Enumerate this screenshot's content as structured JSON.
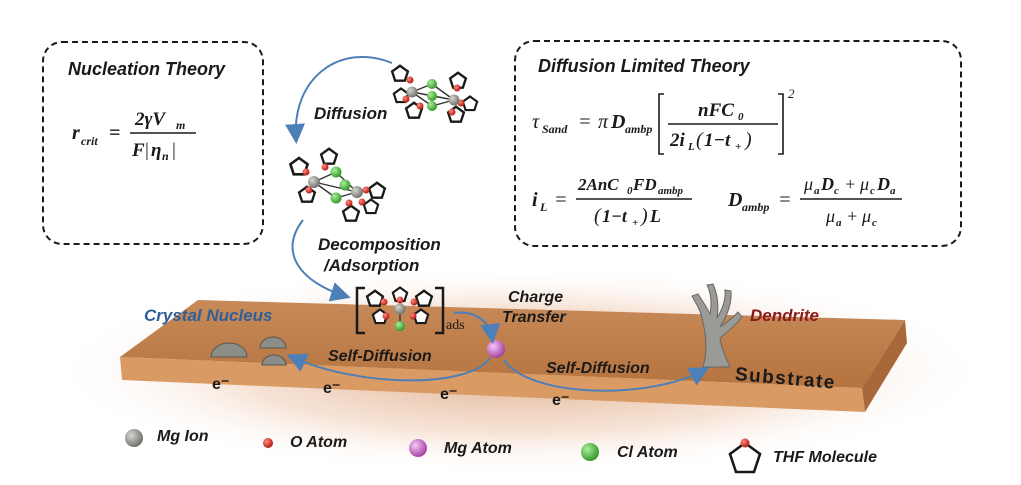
{
  "nucleation": {
    "title": "Nucleation Theory",
    "formula": "r_crit = 2γV_m / (F|η_n|)"
  },
  "diffusion_theory": {
    "title": "Diffusion Limited Theory",
    "sand_formula": "τ_Sand = πD_ambp [nFC_0 / (2i_L(1−t_+))]^2",
    "il_formula": "i_L = 2AnC_0FD_ambp / ((1−t_+)L)",
    "dambp_formula": "D_ambp = (μ_a D_c + μ_c D_a) / (μ_a + μ_c)"
  },
  "process": {
    "diffusion": "Diffusion",
    "decomposition_line1": "Decomposition",
    "decomposition_line2": "/Adsorption",
    "ads_subscript": "ads",
    "charge_transfer_line1": "Charge",
    "charge_transfer_line2": "Transfer",
    "crystal_nucleus": "Crystal Nucleus",
    "dendrite": "Dendrite",
    "self_diffusion_left": "Self-Diffusion",
    "self_diffusion_right": "Self-Diffusion",
    "substrate": "Substrate",
    "electron": "e⁻"
  },
  "legend": [
    {
      "name": "mg-ion",
      "label": "Mg Ion",
      "color": "#8c8c86"
    },
    {
      "name": "o-atom",
      "label": "O Atom",
      "color": "#d42a1e"
    },
    {
      "name": "mg-atom",
      "label": "Mg Atom",
      "color": "#c865c8"
    },
    {
      "name": "cl-atom",
      "label": "Cl Atom",
      "color": "#4cbb3a"
    },
    {
      "name": "thf-molecule",
      "label": "THF Molecule",
      "color": "#1a1a1a"
    }
  ]
}
